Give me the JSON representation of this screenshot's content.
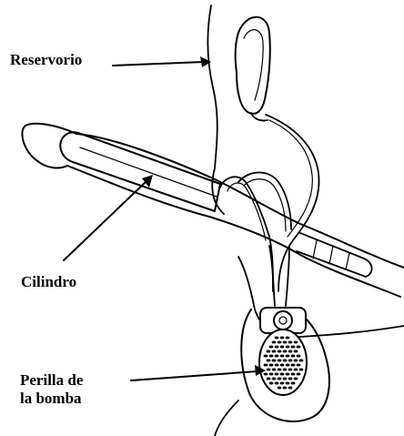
{
  "labels": {
    "reservorio": "Reservorio",
    "cilindro": "Cilindro",
    "perilla_line1": "Perilla de",
    "perilla_line2": "la bomba"
  },
  "colors": {
    "ink": "#000000",
    "fill": "#ffffff"
  }
}
